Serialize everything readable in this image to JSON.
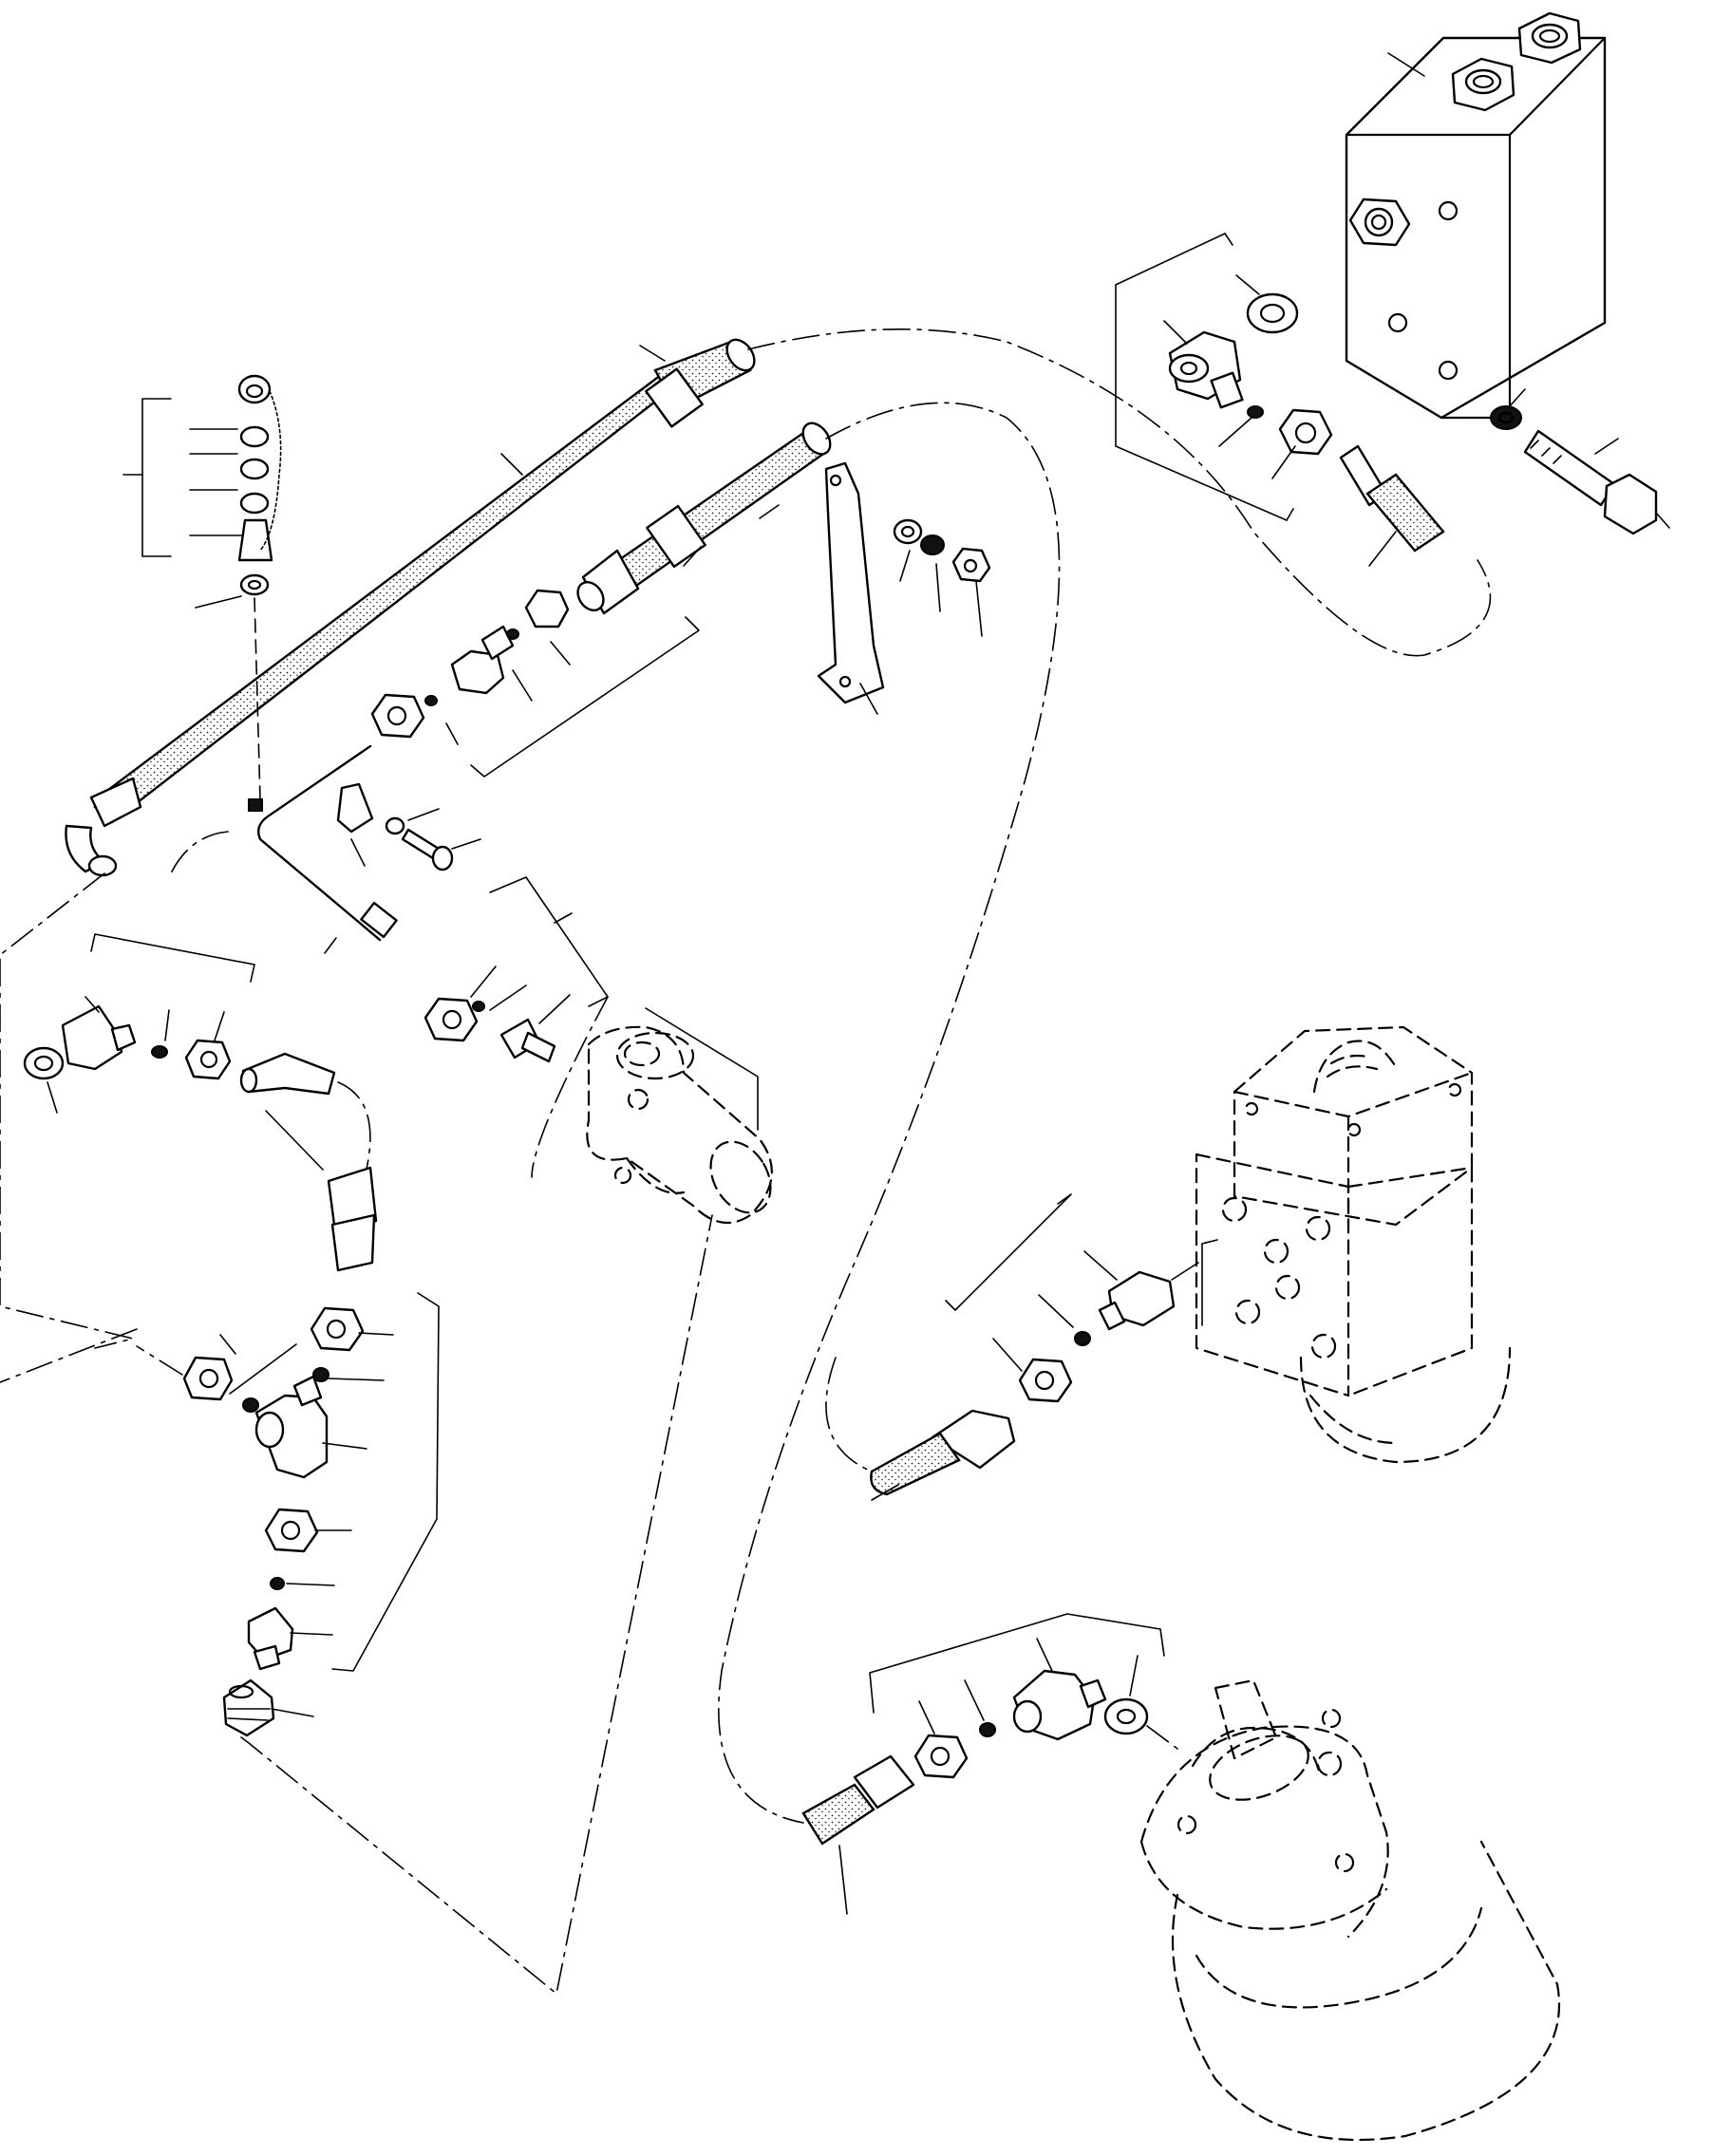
{
  "figure": {
    "kind": "exploded-parts-diagram",
    "background": "#ffffff",
    "line_color": "#000000",
    "callout_labels": []
  },
  "components": [
    {
      "name": "control-valve-block"
    },
    {
      "name": "hydraulic-hose-upper"
    },
    {
      "name": "hydraulic-hose-lower"
    },
    {
      "name": "steel-tube"
    },
    {
      "name": "mounting-bracket"
    },
    {
      "name": "tube-clamp"
    },
    {
      "name": "steering-cylinder"
    },
    {
      "name": "steering-unit"
    },
    {
      "name": "hydraulic-motor"
    },
    {
      "name": "test-port-with-chain-cap"
    },
    {
      "name": "tee-fitting-assembly"
    }
  ]
}
